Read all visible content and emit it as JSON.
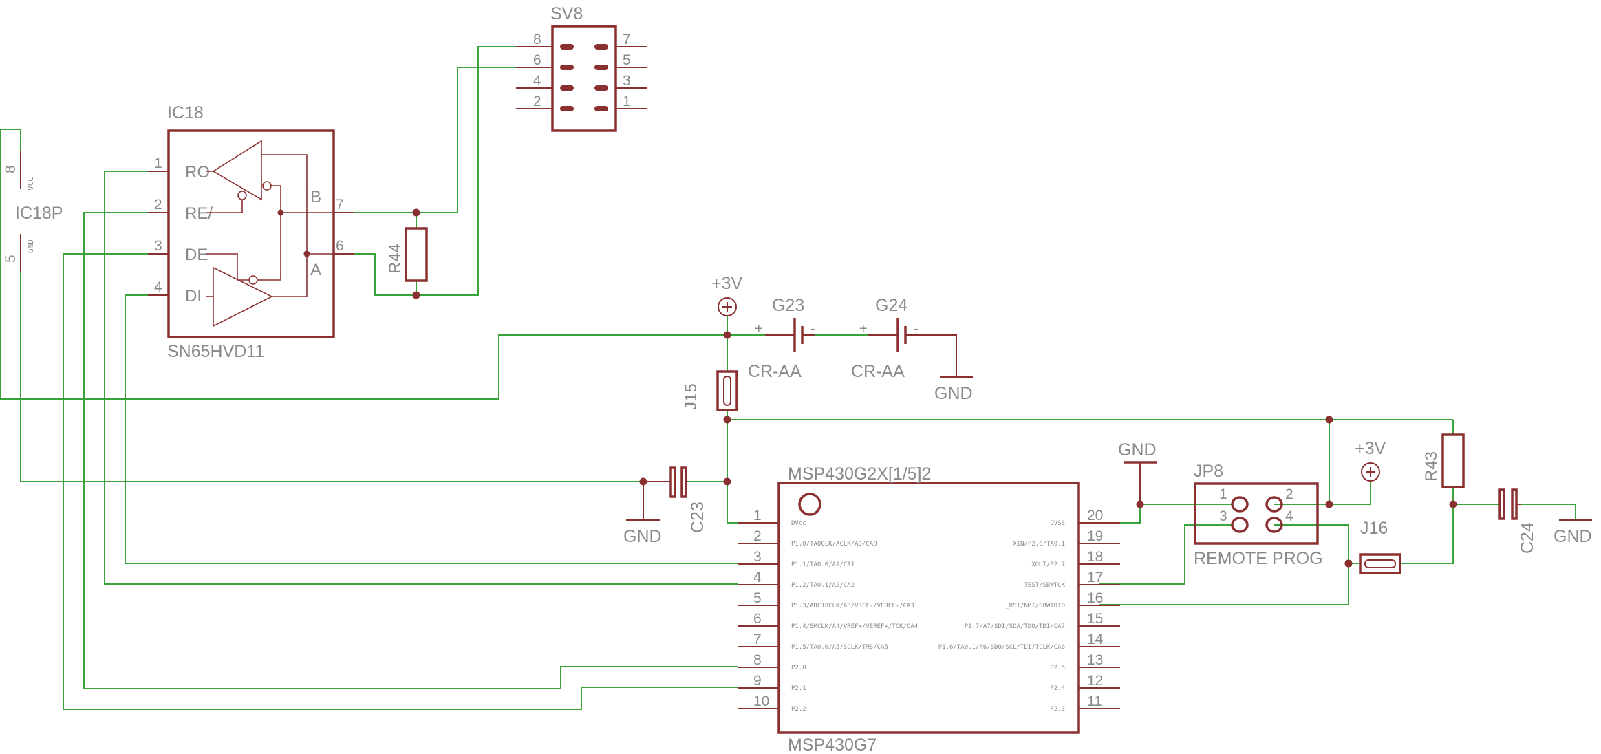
{
  "parts": {
    "ic18": {
      "name": "IC18",
      "value": "SN65HVD11",
      "pins": {
        "ro": "RO",
        "re": "RE/",
        "de": "DE",
        "di": "DI",
        "b": "B",
        "a": "A"
      }
    },
    "ic18p": {
      "name": "IC18P",
      "vcc": "VCC",
      "gnd": "GND",
      "pin8": "8",
      "pin5": "5"
    },
    "sv8": {
      "name": "SV8",
      "pins": [
        "8",
        "7",
        "6",
        "5",
        "4",
        "3",
        "2",
        "1"
      ]
    },
    "r44": {
      "name": "R44"
    },
    "r43": {
      "name": "R43"
    },
    "g23": {
      "name": "G23",
      "value": "CR-AA"
    },
    "g24": {
      "name": "G24",
      "value": "CR-AA"
    },
    "j15": {
      "name": "J15"
    },
    "j16": {
      "name": "J16"
    },
    "c23": {
      "name": "C23"
    },
    "c24": {
      "name": "C24"
    },
    "jp8": {
      "name": "JP8",
      "value": "REMOTE PROG",
      "pins": [
        "1",
        "2",
        "3",
        "4"
      ]
    },
    "mcu": {
      "name": "MSP430G2X[1/5]2",
      "value": "MSP430G7",
      "left_pins": [
        {
          "num": "1",
          "func": "DVcc"
        },
        {
          "num": "2",
          "func": "P1.0/TA0CLK/ACLK/A0/CA0"
        },
        {
          "num": "3",
          "func": "P1.1/TA0.0/A1/CA1"
        },
        {
          "num": "4",
          "func": "P1.2/TA0.1/A2/CA2"
        },
        {
          "num": "5",
          "func": "P1.3/ADC10CLK/A3/VREF-/VEREF-/CA3"
        },
        {
          "num": "6",
          "func": "P1.4/SMCLK/A4/VREF+/VEREF+/TCK/CA4"
        },
        {
          "num": "7",
          "func": "P1.5/TA0.0/A5/SCLK/TMS/CA5"
        },
        {
          "num": "8",
          "func": "P2.0"
        },
        {
          "num": "9",
          "func": "P2.1"
        },
        {
          "num": "10",
          "func": "P2.2"
        }
      ],
      "right_pins": [
        {
          "num": "20",
          "func": "DVSS"
        },
        {
          "num": "19",
          "func": "XIN/P2.6/TA0.1"
        },
        {
          "num": "18",
          "func": "XOUT/P2.7"
        },
        {
          "num": "17",
          "func": "TEST/SBWTCK"
        },
        {
          "num": "16",
          "func": "_RST/NMI/SBWTDIO"
        },
        {
          "num": "15",
          "func": "P1.7/A7/SDI/SDA/TDO/TDI/CA7"
        },
        {
          "num": "14",
          "func": "P1.6/TA0.1/A6/SDO/SCL/TDI/TCLK/CA6"
        },
        {
          "num": "13",
          "func": "P2.5"
        },
        {
          "num": "12",
          "func": "P2.4"
        },
        {
          "num": "11",
          "func": "P2.3"
        }
      ]
    }
  },
  "ic18_pin_numbers": [
    "1",
    "2",
    "3",
    "4",
    "7",
    "6"
  ],
  "supplies": {
    "vcc_label": "+3V",
    "gnd_label": "GND"
  },
  "polarity": {
    "plus": "+",
    "minus": "-"
  }
}
